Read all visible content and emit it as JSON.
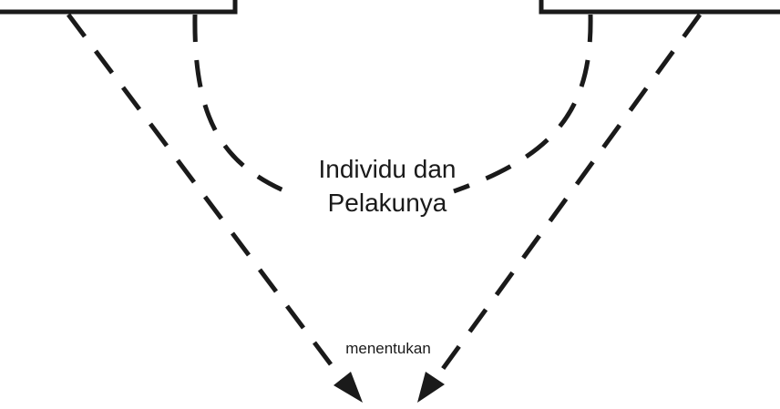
{
  "diagram": {
    "center_label_line1": "Individu dan",
    "center_label_line2": "Pelakunya",
    "arrow_label": "menentukan"
  },
  "colors": {
    "stroke": "#1a1a1a",
    "background": "#ffffff"
  }
}
